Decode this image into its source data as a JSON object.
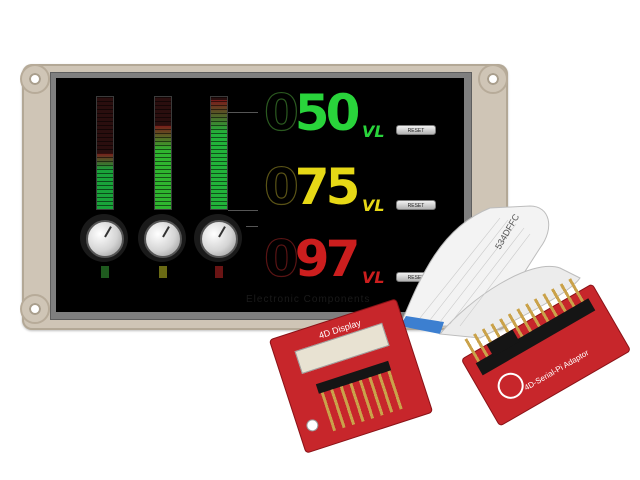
{
  "meters": [
    {
      "id": "meter-1",
      "level": 0.5,
      "color": "#19a33a"
    },
    {
      "id": "meter-2",
      "level": 0.75,
      "color": "#2fb52f"
    },
    {
      "id": "meter-3",
      "level": 0.97,
      "color": "#22b23a"
    }
  ],
  "readouts": [
    {
      "digits": "050",
      "value": "50",
      "ghost": "0",
      "unit": "VL",
      "color": "#29d43b",
      "ghost_color": "#2b5a20",
      "reset_label": "RESET"
    },
    {
      "digits": "075",
      "value": "75",
      "ghost": "0",
      "unit": "VL",
      "color": "#e6d816",
      "ghost_color": "#5a5316",
      "reset_label": "RESET"
    },
    {
      "digits": "097",
      "value": "97",
      "ghost": "0",
      "unit": "VL",
      "color": "#cc1e1e",
      "ghost_color": "#5a1414",
      "reset_label": "RESET"
    }
  ],
  "leds": [
    "#1e5a1e",
    "#6a6a14",
    "#6a1414"
  ],
  "screen_brand": "Electronic Components",
  "ribbon_text": "534DFFC",
  "board_left_label": "4D Display",
  "board_right_label": "4D-Serial-Pi Adaptor",
  "colors": {
    "bezel": "#cfc5b6",
    "pcb": "#c7262b",
    "ribbon": "#f3f3f3",
    "ribbon_tip": "#3c7fd0"
  }
}
